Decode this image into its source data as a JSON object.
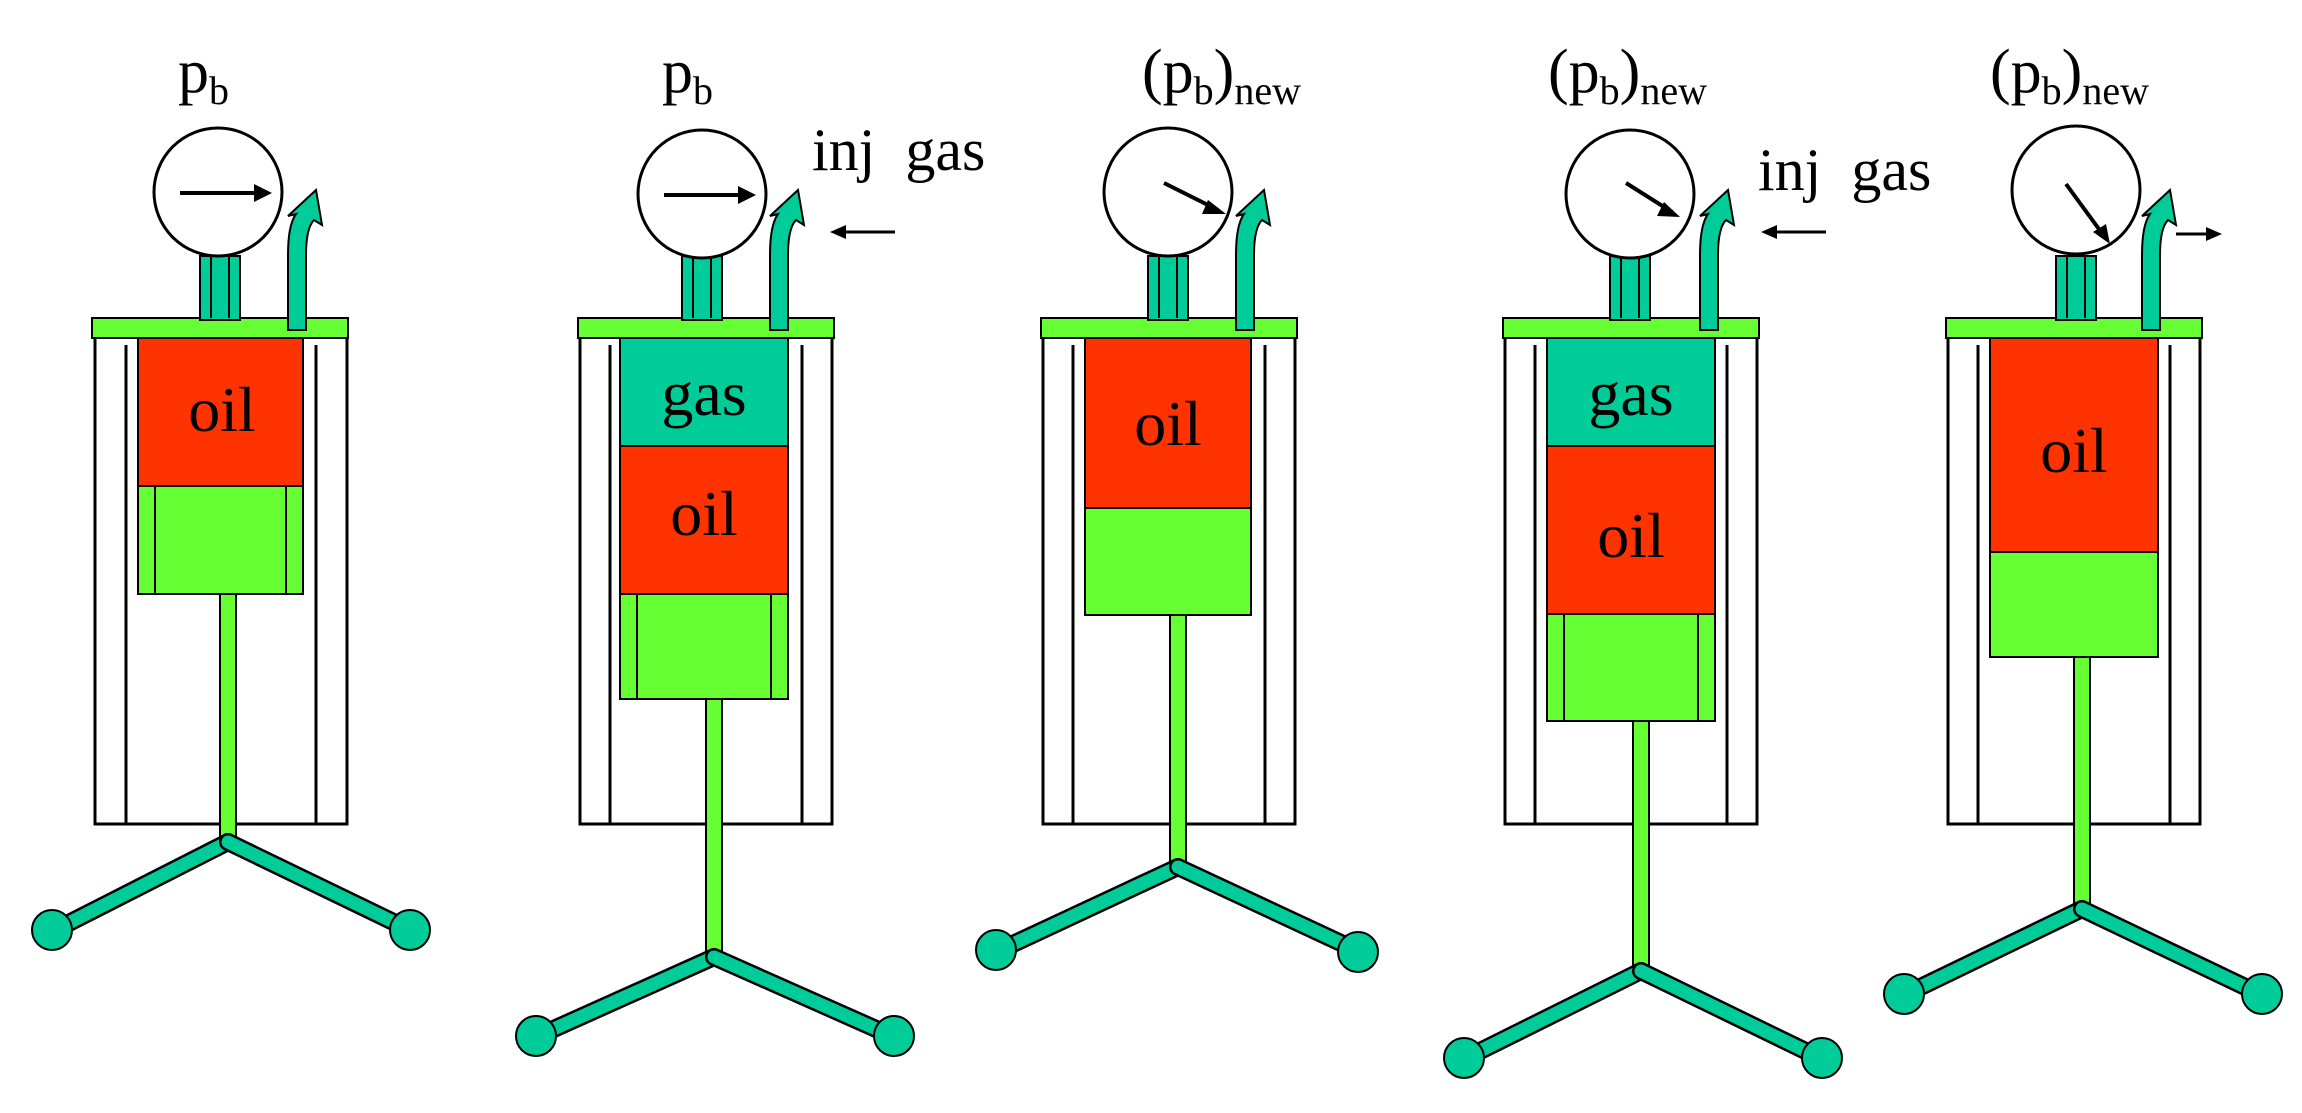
{
  "colors": {
    "oil": "#ff3300",
    "gas": "#00cc99",
    "piston": "#66ff33",
    "lid": "#66ff33",
    "tube": "#00cc99",
    "stand": "#00cc99",
    "stand_rod": "#66ff33",
    "outline": "#000000",
    "background": "#ffffff"
  },
  "cells": [
    {
      "id": "cell-1",
      "pressure_main": "p",
      "pressure_sub": "b",
      "pressure_paren": false,
      "pressure_new": "",
      "gauge": "arrow-right-icon",
      "injection": "",
      "valve": "",
      "layers": [
        {
          "fluid": "oil",
          "label": "oil"
        }
      ]
    },
    {
      "id": "cell-2",
      "pressure_main": "p",
      "pressure_sub": "b",
      "pressure_paren": false,
      "pressure_new": "",
      "gauge": "arrow-right-icon",
      "injection": "inj  gas",
      "valve": "",
      "layers": [
        {
          "fluid": "gas",
          "label": "gas"
        },
        {
          "fluid": "oil",
          "label": "oil"
        }
      ]
    },
    {
      "id": "cell-3",
      "pressure_main": "(p",
      "pressure_sub": "b",
      "pressure_paren": true,
      "pressure_new": "new",
      "gauge": "arrow-down-right-icon",
      "injection": "",
      "valve": "",
      "layers": [
        {
          "fluid": "oil",
          "label": "oil"
        }
      ]
    },
    {
      "id": "cell-4",
      "pressure_main": "(p",
      "pressure_sub": "b",
      "pressure_paren": true,
      "pressure_new": "new",
      "gauge": "arrow-down-right-icon",
      "injection": "inj  gas",
      "valve": "",
      "layers": [
        {
          "fluid": "gas",
          "label": "gas"
        },
        {
          "fluid": "oil",
          "label": "oil"
        }
      ]
    },
    {
      "id": "cell-5",
      "pressure_main": "(p",
      "pressure_sub": "b",
      "pressure_paren": true,
      "pressure_new": "new",
      "gauge": "arrow-down-steep-icon",
      "injection": "",
      "valve": "outflow-arrow-icon",
      "layers": [
        {
          "fluid": "oil",
          "label": "oil"
        }
      ]
    }
  ]
}
